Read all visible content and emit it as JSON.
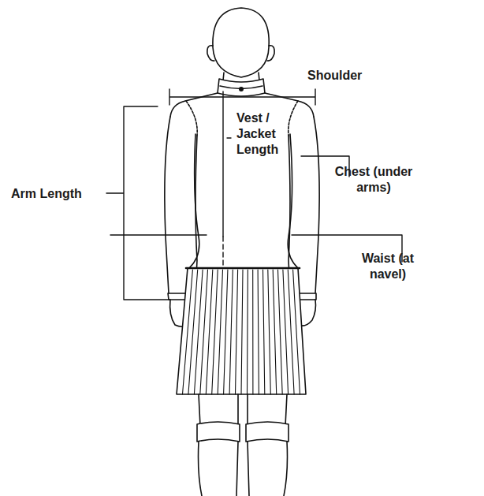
{
  "diagram": {
    "labels": [
      "Shoulder",
      "Vest / Jacket Length",
      "Chest (under arms)",
      "Waist (at navel)",
      "Arm Length"
    ]
  }
}
